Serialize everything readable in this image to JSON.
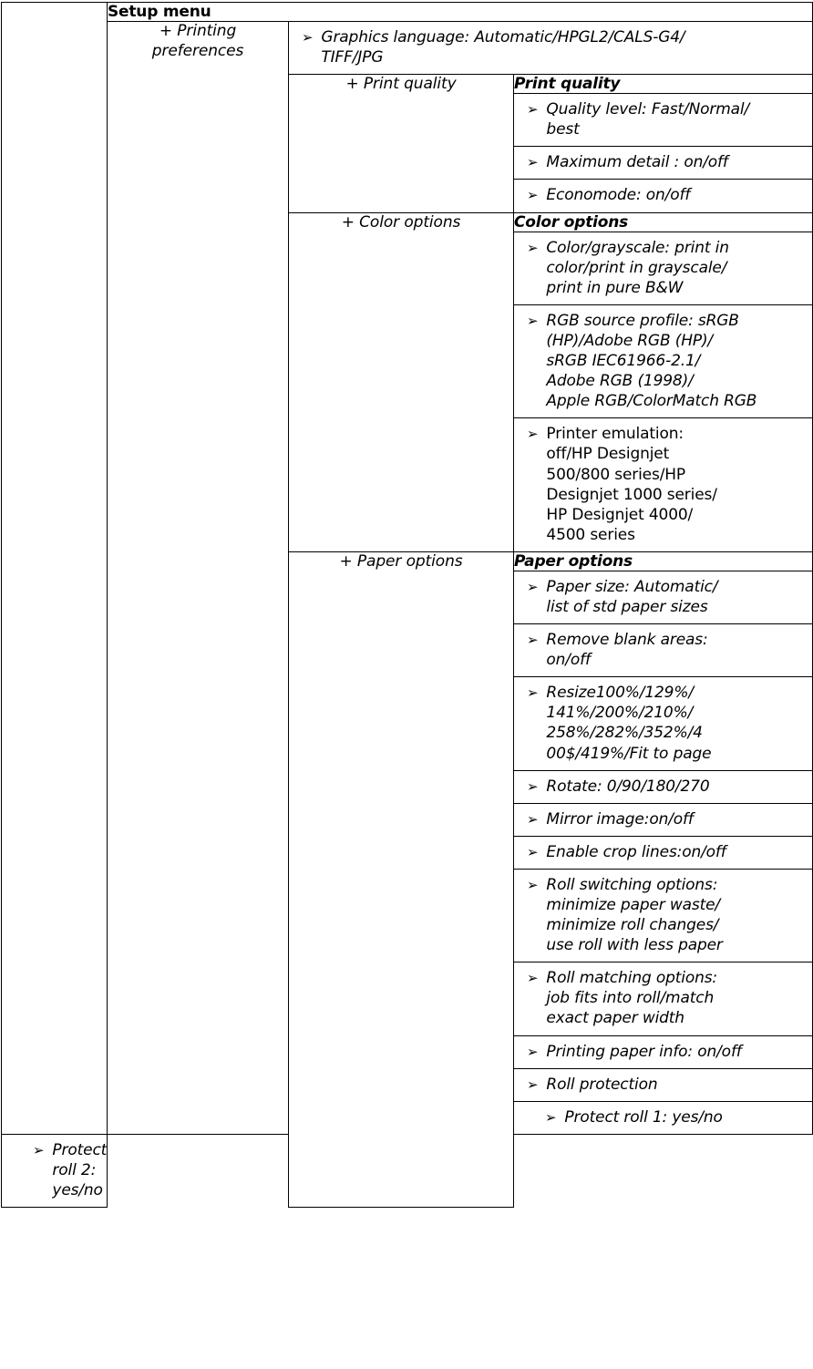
{
  "document": {
    "title": "Setup menu",
    "bullet_glyph": "➢",
    "bullet_icon_name": "arrowhead-bullet-icon",
    "ink_color": "#000000",
    "page_background": "#ffffff"
  },
  "table": {
    "column_count": 4,
    "header_row": {
      "label": "Setup menu",
      "style": "bold"
    },
    "branches": {
      "printing_preferences": "+ Printing\npreferences",
      "print_quality": "+ Print quality",
      "color_options": "+ Color options",
      "paper_options": "+ Paper options"
    },
    "top_item": {
      "text": "Graphics language: Automatic/HPGL2/CALS-G4/\nTIFF/JPG"
    },
    "sections": [
      {
        "id": "print-quality",
        "heading": "Print quality",
        "branch_label": "+ Print quality",
        "items": [
          {
            "text": "Quality level: Fast/Normal/\nbest",
            "style": "italic",
            "indent": 0
          },
          {
            "text": "Maximum detail : on/off",
            "style": "italic",
            "indent": 0
          },
          {
            "text": "Economode: on/off",
            "style": "italic",
            "indent": 0
          }
        ]
      },
      {
        "id": "color-options",
        "heading": "Color options",
        "branch_label": "+ Color options",
        "items": [
          {
            "text": "Color/grayscale: print in\ncolor/print in grayscale/\nprint in pure B&W",
            "style": "italic",
            "indent": 0
          },
          {
            "text": "RGB source profile: sRGB\n(HP)/Adobe RGB (HP)/\nsRGB IEC61966-2.1/\nAdobe RGB (1998)/\nApple RGB/ColorMatch RGB",
            "style": "italic",
            "indent": 0
          },
          {
            "text": "Printer emulation:\noff/HP Designjet\n500/800 series/HP\nDesignjet 1000 series/\nHP Designjet 4000/\n4500 series",
            "style": "upright",
            "indent": 0
          }
        ]
      },
      {
        "id": "paper-options",
        "heading": "Paper options",
        "branch_label": "+ Paper options",
        "items": [
          {
            "text": "Paper size: Automatic/\nlist of std paper sizes",
            "style": "italic",
            "indent": 0
          },
          {
            "text": "Remove blank areas:\non/off",
            "style": "italic",
            "indent": 0
          },
          {
            "text": "Resize100%/129%/\n141%/200%/210%/\n258%/282%/352%/4\n00$/419%/Fit to page",
            "style": "italic",
            "indent": 0
          },
          {
            "text": "Rotate: 0/90/180/270",
            "style": "italic",
            "indent": 0
          },
          {
            "text": "Mirror image:on/off",
            "style": "italic",
            "indent": 0
          },
          {
            "text": "Enable crop lines:on/off",
            "style": "italic",
            "indent": 0
          },
          {
            "text": "Roll switching options:\nminimize paper waste/\nminimize roll changes/\nuse roll with less paper",
            "style": "italic",
            "indent": 0
          },
          {
            "text": "Roll matching options:\njob fits into roll/match\nexact paper width",
            "style": "italic",
            "indent": 0
          },
          {
            "text": "Printing paper info:  on/off",
            "style": "italic",
            "indent": 0
          },
          {
            "text": "Roll protection",
            "style": "italic",
            "indent": 0
          },
          {
            "text": "Protect roll 1: yes/no",
            "style": "italic",
            "indent": 1
          },
          {
            "text": "Protect roll 2: yes/no",
            "style": "italic",
            "indent": 1
          }
        ]
      }
    ]
  }
}
